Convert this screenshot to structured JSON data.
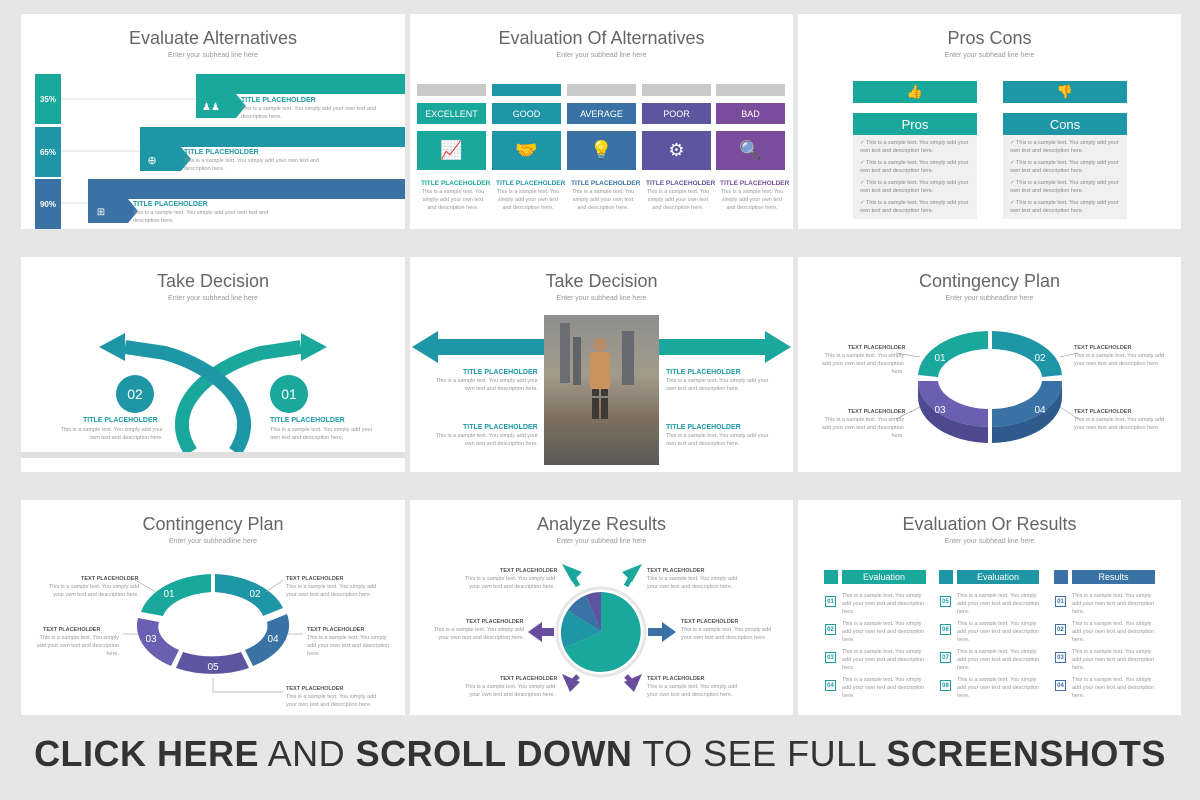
{
  "common": {
    "title_placeholder": "TITLE PLACEHOLDER",
    "text_placeholder": "TEXT PLACEHOLDER",
    "subhead": "Enter your subhead line here",
    "subheadline": "Enter your subheadline here",
    "body_short": "This is a sample text. You simply add your own text and description here.",
    "body_a": "This is a sample text. You simply add your own text and description here.",
    "body_check": "This is a sample text. You simply add your own text and description here."
  },
  "slides": {
    "s1": {
      "title": "Evaluate Alternatives",
      "rows": [
        {
          "pct": "35%"
        },
        {
          "pct": "65%"
        },
        {
          "pct": "90%"
        }
      ]
    },
    "s2": {
      "title": "Evaluation Of Alternatives",
      "cols": [
        {
          "label": "EXCELLENT",
          "color": "#1aa79c"
        },
        {
          "label": "GOOD",
          "color": "#1f96a6"
        },
        {
          "label": "AVERAGE",
          "color": "#3a72a6"
        },
        {
          "label": "POOR",
          "color": "#5e55a0"
        },
        {
          "label": "BAD",
          "color": "#7a4c9c"
        }
      ],
      "col_body": "This is a sample text. You simply add your own text and description here."
    },
    "s3": {
      "title": "Pros Cons",
      "pros": "Pros",
      "cons": "Cons"
    },
    "s4": {
      "title": "Take Decision",
      "left_num": "02",
      "right_num": "01"
    },
    "s5": {
      "title": "Take Decision"
    },
    "s6": {
      "title": "Contingency Plan",
      "nums": [
        "01",
        "02",
        "03",
        "04"
      ]
    },
    "s7": {
      "title": "Contingency Plan",
      "nums": [
        "01",
        "02",
        "03",
        "04",
        "05"
      ]
    },
    "s8": {
      "title": "Analyze Results"
    },
    "s9": {
      "title": "Evaluation Or Results",
      "headers": [
        "Evaluation",
        "Evaluation",
        "Results"
      ],
      "nums": [
        [
          "01",
          "02",
          "03",
          "04"
        ],
        [
          "05",
          "06",
          "07",
          "08"
        ],
        [
          "01",
          "02",
          "03",
          "04"
        ]
      ]
    }
  },
  "footer": {
    "w1": "CLICK HERE",
    "w2": " AND ",
    "w3": "SCROLL DOWN",
    "w4": " TO SEE FULL ",
    "w5": "SCREENSHOTS"
  },
  "colors": {
    "teal": "#1aa79c",
    "blue": "#3a72a6",
    "purple": "#6a4c9c"
  }
}
